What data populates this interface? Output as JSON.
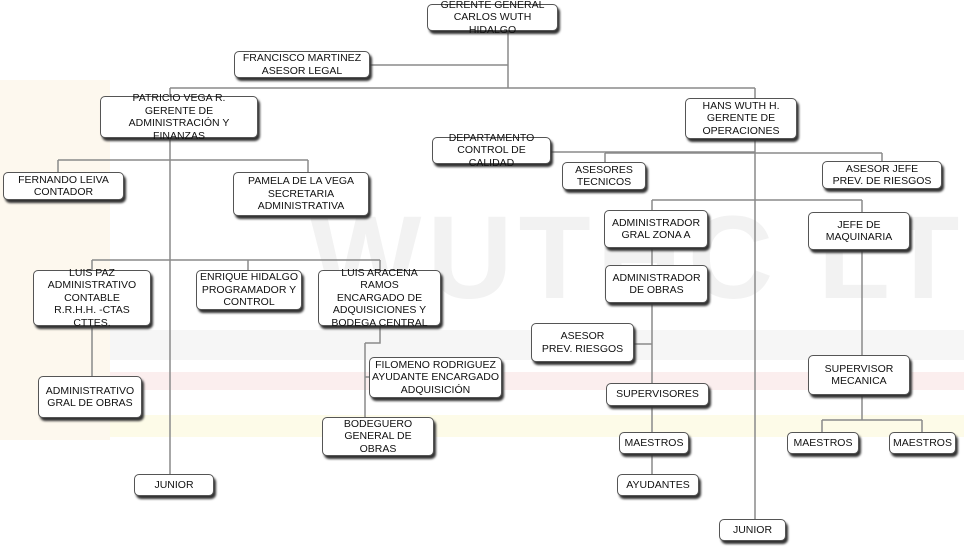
{
  "watermark": "WUTHC LTDA.",
  "nodes": {
    "gerente": "GERENTE GENERAL\nCARLOS WUTH HIDALGO",
    "francisco": "FRANCISCO MARTINEZ\nASESOR LEGAL",
    "patricio": "PATRICIO VEGA R.\nGERENTE DE\nADMINISTRACIÓN Y FINANZAS",
    "hans": "HANS WUTH H.\nGERENTE DE\nOPERACIONES",
    "calidad": "DEPARTAMENTO\nCONTROL DE CALIDAD",
    "fernando": "FERNANDO LEIVA\nCONTADOR",
    "pamela": "PAMELA DE LA VEGA\nSECRETARIA\nADMINISTRATIVA",
    "asesores_tecnicos": "ASESORES\nTECNICOS",
    "asesor_jefe": "ASESOR JEFE\nPREV. DE RIESGOS",
    "admin_zona_a": "ADMINISTRADOR\nGRAL ZONA A",
    "jefe_maquinaria": "JEFE DE\nMAQUINARIA",
    "luis_paz": "LUIS PAZ\nADMINISTRATIVO\nCONTABLE\nR.R.H.H. -CTAS CTTES.",
    "enrique": "ENRIQUE HIDALGO\nPROGRAMADOR Y\nCONTROL",
    "luis_aracena": "LUIS ARACENA RAMOS\nENCARGADO DE\nADQUISICIONES Y\nBODEGA CENTRAL",
    "admin_obras": "ADMINISTRADOR\nDE OBRAS",
    "asesor_prev": "ASESOR\nPREV. RIESGOS",
    "filomeno": "FILOMENO RODRIGUEZ\nAYUDANTE ENCARGADO\nADQUISICIÓN",
    "admin_gral_obras": "ADMINISTRATIVO\nGRAL DE OBRAS",
    "supervisor_mecanica": "SUPERVISOR\nMECANICA",
    "supervisores": "SUPERVISORES",
    "bodeguero": "BODEGUERO\nGENERAL DE OBRAS",
    "maestros": "MAESTROS",
    "maestros_mec_1": "MAESTROS",
    "maestros_mec_2": "MAESTROS",
    "junior_adm": "JUNIOR",
    "ayudantes": "AYUDANTES",
    "junior_op": "JUNIOR"
  }
}
